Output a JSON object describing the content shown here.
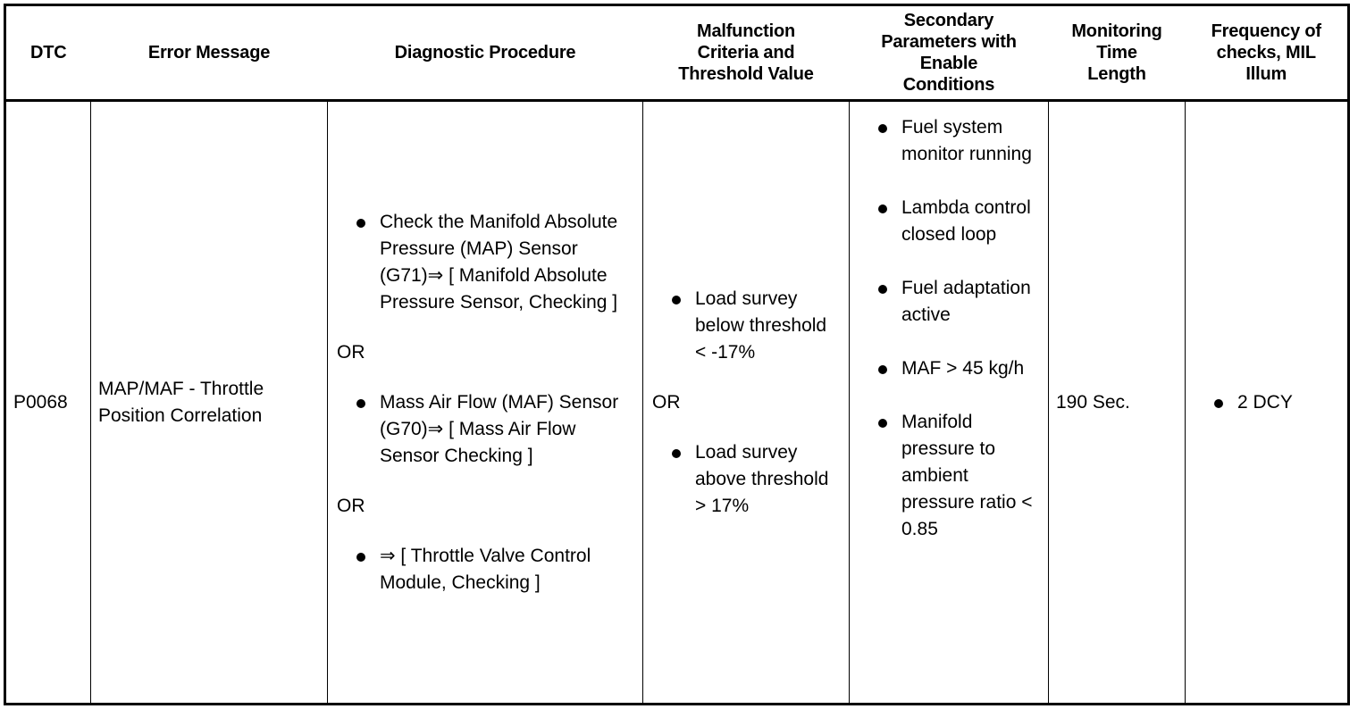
{
  "table": {
    "headers": [
      "DTC",
      "Error Message",
      "Diagnostic Procedure",
      "Malfunction Criteria and Threshold Value",
      "Secondary Parameters with Enable Conditions",
      "Monitoring Time Length",
      "Frequency of checks, MIL Illum"
    ],
    "header_lines": {
      "dtc": [
        "DTC"
      ],
      "error_message": [
        "Error Message"
      ],
      "diagnostic_procedure": [
        "Diagnostic Procedure"
      ],
      "malfunction": [
        "Malfunction",
        "Criteria and",
        "Threshold Value"
      ],
      "secondary": [
        "Secondary",
        "Parameters with",
        "Enable",
        "Conditions"
      ],
      "monitoring": [
        "Monitoring",
        "Time",
        "Length"
      ],
      "frequency": [
        "Frequency of",
        "checks, MIL",
        "Illum"
      ]
    },
    "row": {
      "dtc": "P0068",
      "error_message": "MAP/MAF - Throttle Position Correlation",
      "diagnostic_procedure": {
        "groups": [
          {
            "bullets": [
              "Check the Manifold Absolute Pressure (MAP) Sensor (G71)⇒ [ Manifold Absolute Pressure Sensor, Checking ]"
            ]
          },
          {
            "separator": "OR",
            "bullets": [
              "Mass Air Flow (MAF) Sensor (G70)⇒ [ Mass Air Flow Sensor Checking ]"
            ]
          },
          {
            "separator": "OR",
            "bullets": [
              "⇒ [ Throttle Valve Control Module, Checking ]"
            ]
          }
        ]
      },
      "malfunction_criteria": {
        "groups": [
          {
            "bullets": [
              "Load survey below threshold < -17%"
            ]
          },
          {
            "separator": "OR",
            "bullets": [
              "Load survey above threshold > 17%"
            ]
          }
        ]
      },
      "secondary_parameters": [
        "Fuel system monitor running",
        "Lambda control closed loop",
        "Fuel adaptation active",
        "MAF > 45 kg/h",
        "Manifold pressure to ambient pressure ratio < 0.85"
      ],
      "monitoring_time_length": "190 Sec.",
      "frequency_of_checks": [
        "2 DCY"
      ]
    }
  },
  "colors": {
    "border": "#000000",
    "text": "#000000",
    "background": "#ffffff"
  }
}
